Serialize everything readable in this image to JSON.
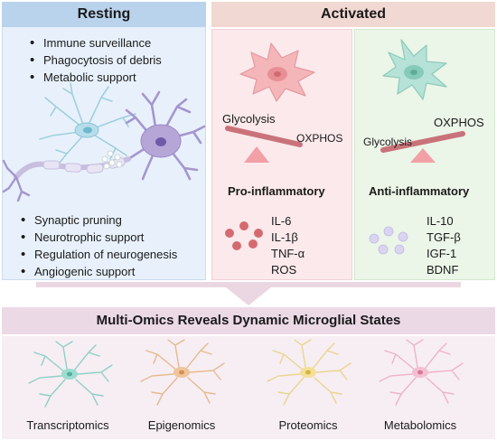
{
  "resting": {
    "title": "Resting",
    "functions_top": [
      "Immune surveillance",
      "Phagocytosis of debris",
      "Metabolic support"
    ],
    "functions_bottom": [
      "Synaptic pruning",
      "Neurotrophic support",
      "Regulation of neurogenesis",
      "Angiogenic support"
    ]
  },
  "activated": {
    "title": "Activated",
    "pro": {
      "glycolysis_label": "Glycolysis",
      "oxphos_label": "OXPHOS",
      "title": "Pro-inflammatory",
      "markers": [
        "IL-6",
        "IL-1β",
        "TNF-α",
        "ROS"
      ]
    },
    "anti": {
      "glycolysis_label": "Glycolysis",
      "oxphos_label": "OXPHOS",
      "title": "Anti-inflammatory",
      "markers": [
        "IL-10",
        "TGF-β",
        "IGF-1",
        "BDNF"
      ]
    }
  },
  "omics": {
    "title": "Multi-Omics Reveals Dynamic Microglial States",
    "items": [
      "Transcriptomics",
      "Epigenomics",
      "Proteomics",
      "Metabolomics"
    ]
  },
  "colors": {
    "resting_bg": "#e8f1fb",
    "resting_header": "#b9d3ec",
    "activated_header": "#f2d8d2",
    "pro_bg": "#fbe9ec",
    "anti_bg": "#ebf5e8",
    "omics_header": "#ecd9e6",
    "omics_bg": "#f6eef3",
    "pro_cell": "#f0a9ad",
    "anti_cell": "#a9dccf",
    "neuron": "#b6a6d8",
    "microglia_resting": "#9fcfe0"
  }
}
